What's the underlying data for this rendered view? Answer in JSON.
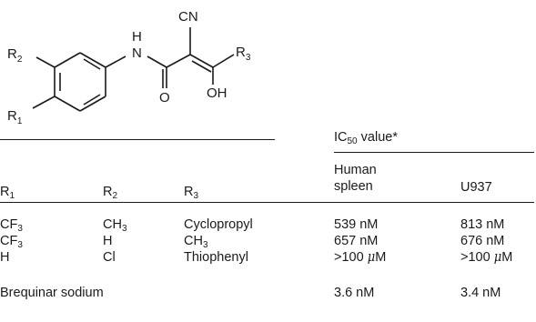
{
  "structure": {
    "cn_label": "CN",
    "r3_main": "R",
    "r3_sub": "3",
    "r2_main": "R",
    "r2_sub": "2",
    "r1_main": "R",
    "r1_sub": "1",
    "h_label": "H",
    "n_label": "N",
    "o_label": "O",
    "oh_label": "OH"
  },
  "header": {
    "ic50_main": "IC",
    "ic50_sub": "50",
    "ic50_rest": " value*",
    "col_r1_main": "R",
    "col_r1_sub": "1",
    "col_r2_main": "R",
    "col_r2_sub": "2",
    "col_r3_main": "R",
    "col_r3_sub": "3",
    "human_line1": "Human",
    "human_line2": "spleen",
    "u937": "U937"
  },
  "rows": [
    {
      "r1_main": "CF",
      "r1_sub": "3",
      "r2_main": "CH",
      "r2_sub": "3",
      "r3_main": "Cyclopropyl",
      "r3_sub": "",
      "spleen": "539 nM",
      "u937": "813 nM"
    },
    {
      "r1_main": "CF",
      "r1_sub": "3",
      "r2_main": "H",
      "r2_sub": "",
      "r3_main": "CH",
      "r3_sub": "3",
      "spleen": "657 nM",
      "u937": "676 nM"
    },
    {
      "r1_main": "H",
      "r1_sub": "",
      "r2_main": "Cl",
      "r2_sub": "",
      "r3_main": "Thiophenyl",
      "r3_sub": "",
      "spleen_prefix": ">100 ",
      "spleen_mu": "μ",
      "spleen_unit": "M",
      "u937_prefix": ">100 ",
      "u937_mu": "μ",
      "u937_unit": "M"
    }
  ],
  "brequinar": {
    "label": "Brequinar sodium",
    "spleen": "3.6 nM",
    "u937": "3.4 nM"
  }
}
